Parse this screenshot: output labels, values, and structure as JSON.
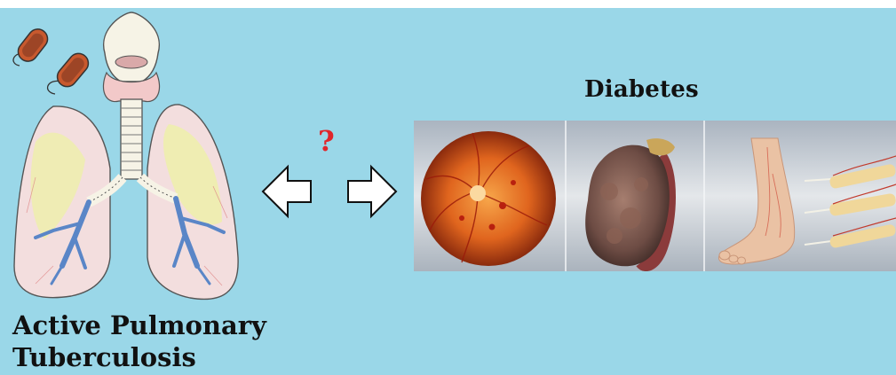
{
  "left_title_line1": "Active Pulmonary",
  "left_title_line2": "Tuberculosis",
  "right_title": "Diabetes",
  "question_mark": "?",
  "colors": {
    "background": "#9ad7e8",
    "question": "#e0262b",
    "lung_fill": "#f3dede",
    "bronchi": "#5a86c7",
    "infection": "#eef0a6"
  },
  "icons": [
    "bacteria-icon",
    "lungs-illustration",
    "double-arrow-icon",
    "retina-image",
    "kidney-image",
    "foot-nerves-image"
  ]
}
